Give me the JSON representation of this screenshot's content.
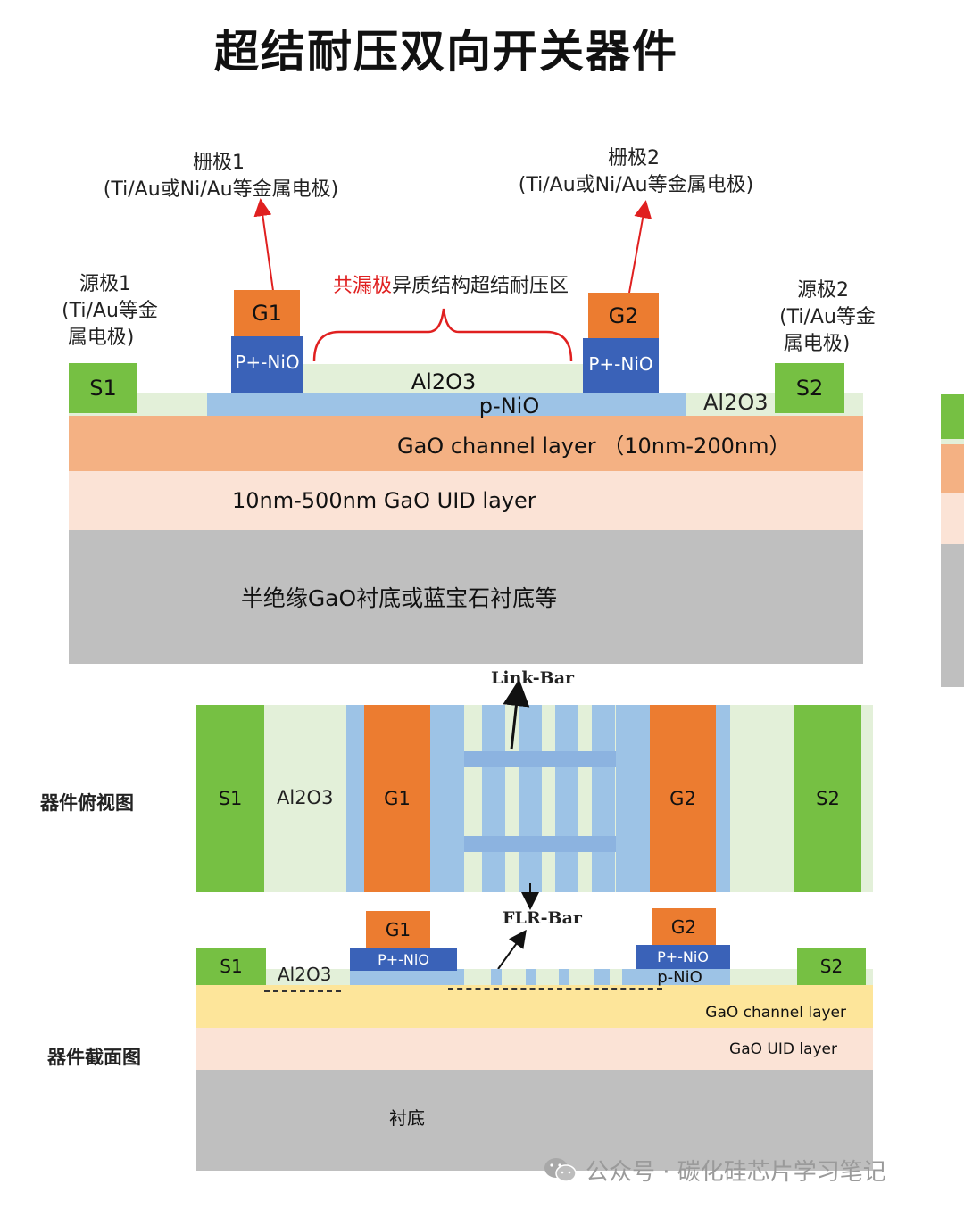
{
  "title": "超结耐压双向开关器件",
  "cross1": {
    "gate1_label": "栅极1",
    "gate1_material": "(Ti/Au或Ni/Au等金属电极)",
    "gate2_label": "栅极2",
    "gate2_material": "(Ti/Au或Ni/Au等金属电极)",
    "source1_label": "源极1",
    "source1_material_1": "(Ti/Au等金",
    "source1_material_2": "属电极)",
    "source2_label": "源极2",
    "source2_material_1": "(Ti/Au等金",
    "source2_material_2": "属电极)",
    "region_red": "共漏极",
    "region_black": "异质结构超结耐压区",
    "g1": "G1",
    "g2": "G2",
    "pnio_left": "P+-NiO",
    "pnio_right": "P+-NiO",
    "al2o3_center": "Al2O3",
    "al2o3_right": "Al2O3",
    "pnio_layer": "p-NiO",
    "s1": "S1",
    "s2": "S2",
    "channel_layer": "GaO channel layer （10nm-200nm）",
    "uid_layer": "10nm-500nm GaO UID layer",
    "substrate": "半绝缘GaO衬底或蓝宝石衬底等"
  },
  "top_view": {
    "section_label": "器件俯视图",
    "s1": "S1",
    "al2o3": "Al2O3",
    "g1": "G1",
    "g2": "G2",
    "s2": "S2",
    "link_bar": "Link-Bar",
    "flr_bar": "FLR-Bar"
  },
  "cross2": {
    "section_label": "器件截面图",
    "g1": "G1",
    "g2": "G2",
    "pnio_left": "P+-NiO",
    "pnio_right": "P+-NiO",
    "pnio_layer": "p-NiO",
    "s1": "S1",
    "s2": "S2",
    "al2o3": "Al2O3",
    "channel_layer": "GaO channel layer",
    "uid_layer": "GaO UID layer",
    "substrate": "衬底"
  },
  "watermark": "公众号 · 碳化硅芯片学习笔记",
  "colors": {
    "source": "#76c043",
    "gate": "#ec7c30",
    "p_plus_nio": "#3a62b8",
    "p_nio": "#9dc3e6",
    "al2o3": "#e3f0d9",
    "channel": "#f4b183",
    "uid": "#fbe3d6",
    "substrate": "#bfbfbf",
    "highlight_text": "#e02020"
  }
}
